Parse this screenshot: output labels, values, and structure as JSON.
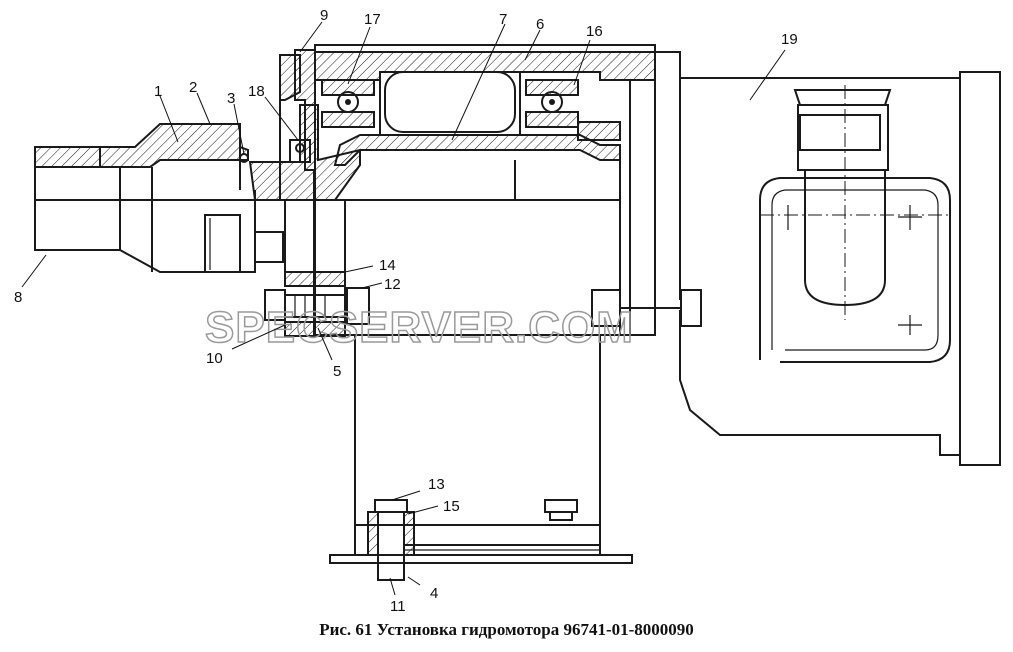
{
  "caption": "Рис. 61 Установка гидромотора 96741-01-8000090",
  "watermark": "SPECSERVER.COM",
  "callouts": [
    {
      "id": "c1",
      "label": "1"
    },
    {
      "id": "c2",
      "label": "2"
    },
    {
      "id": "c3",
      "label": "3"
    },
    {
      "id": "c4",
      "label": "4"
    },
    {
      "id": "c5",
      "label": "5"
    },
    {
      "id": "c6",
      "label": "6"
    },
    {
      "id": "c7",
      "label": "7"
    },
    {
      "id": "c8",
      "label": "8"
    },
    {
      "id": "c9",
      "label": "9"
    },
    {
      "id": "c10",
      "label": "10"
    },
    {
      "id": "c11",
      "label": "11"
    },
    {
      "id": "c12",
      "label": "12"
    },
    {
      "id": "c13",
      "label": "13"
    },
    {
      "id": "c14",
      "label": "14"
    },
    {
      "id": "c15",
      "label": "15"
    },
    {
      "id": "c16",
      "label": "16"
    },
    {
      "id": "c17",
      "label": "17"
    },
    {
      "id": "c18",
      "label": "18"
    },
    {
      "id": "c19",
      "label": "19"
    }
  ]
}
